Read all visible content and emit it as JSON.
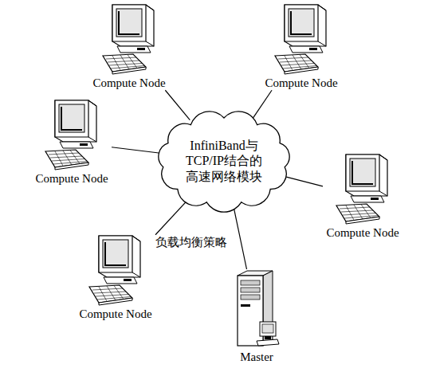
{
  "diagram": {
    "nodes": [
      {
        "text": [
          "Compute Node"
        ]
      },
      {
        "text": [
          "Compute Node"
        ]
      },
      {
        "text": [
          "Compute Node"
        ]
      },
      {
        "text": [
          "InfiniBand与 TCP/IP结合的 高速网络模块"
        ]
      },
      {
        "text": [
          "Compute Node"
        ]
      },
      {
        "text": [
          "Compute Node"
        ]
      },
      {
        "text": [
          "Master"
        ]
      }
    ],
    "edges": [
      {
        "from": 0,
        "to": 3,
        "arrow": "none"
      },
      {
        "from": 1,
        "to": 3,
        "arrow": "none"
      },
      {
        "from": 2,
        "to": 3,
        "arrow": "none"
      },
      {
        "from": 4,
        "to": 3,
        "arrow": "none"
      },
      {
        "from": 5,
        "to": 3,
        "arrow": "none"
      },
      {
        "from": 6,
        "to": 3,
        "label": "负载均衡策略",
        "arrow": "none"
      }
    ]
  }
}
